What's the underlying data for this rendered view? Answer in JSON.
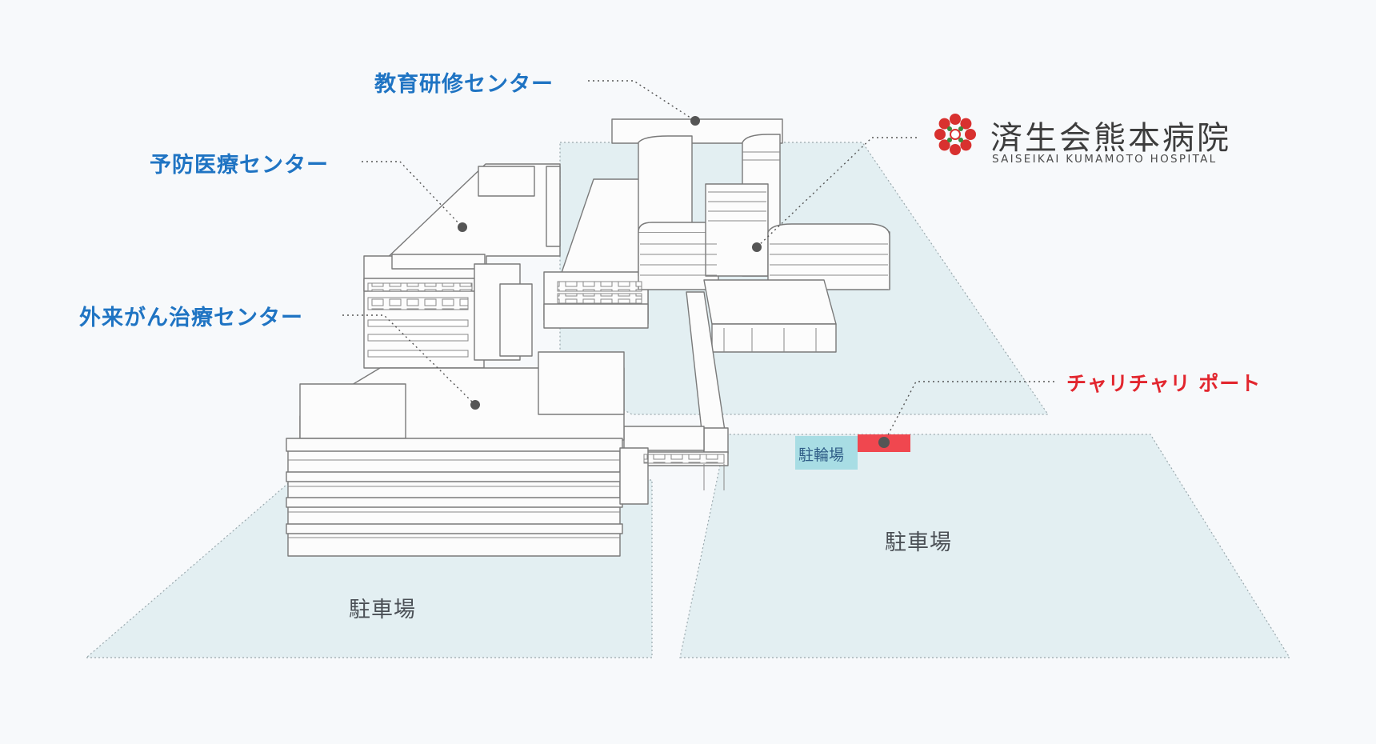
{
  "brand": {
    "name": "済生会熊本病院",
    "subtitle": "SAISEIKAI KUMAMOTO HOSPITAL"
  },
  "labels": {
    "education_center": "教育研修センター",
    "preventive_center": "予防医療センター",
    "cancer_center": "外来がん治療センター",
    "chari_port": "チャリチャリ ポート",
    "bicycle_parking": "駐輪場",
    "parking_left": "駐車場",
    "parking_right": "駐車場"
  },
  "colors": {
    "label_blue": "#1f74c3",
    "label_red": "#e2262e",
    "ground": "#e3eff2",
    "bicycle_area": "#a8dde4",
    "chari_port_marker": "#f0474f",
    "logo_red": "#d8312f",
    "logo_green": "#3a8a3c"
  },
  "icons": {
    "logo": "saiseikai-flower-icon"
  }
}
